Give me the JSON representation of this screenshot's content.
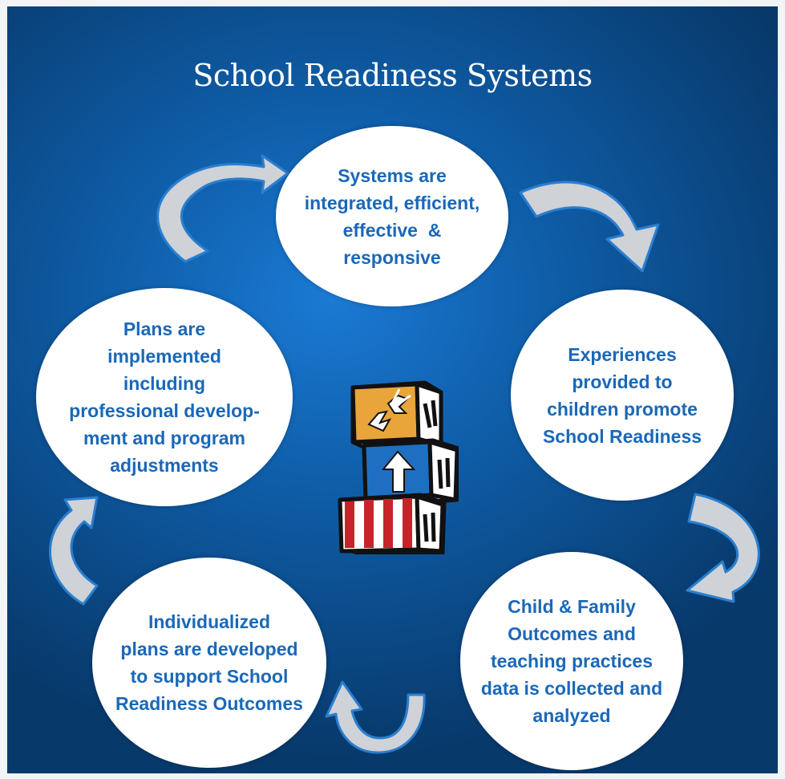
{
  "title": "School Readiness Systems",
  "cycle": [
    {
      "id": "top",
      "lines": [
        "Systems are",
        "integrated, efficient,",
        "effective  &",
        "responsive"
      ]
    },
    {
      "id": "right",
      "lines": [
        "Experiences",
        "provided to",
        "children promote",
        "School Readiness"
      ]
    },
    {
      "id": "br",
      "lines": [
        "Child & Family",
        "Outcomes and",
        "teaching practices",
        "data is collected and",
        "analyzed"
      ]
    },
    {
      "id": "bl",
      "lines": [
        "Individualized",
        "plans are developed",
        "to support School",
        "Readiness Outcomes"
      ]
    },
    {
      "id": "left",
      "lines": [
        "Plans are",
        "implemented",
        "including",
        "professional develop-",
        "ment and program",
        "adjustments"
      ]
    }
  ],
  "colors": {
    "background": "#0f5ea9",
    "node_fill": "#ffffff",
    "node_text": "#1a68b8",
    "arrow_fill": "#cfd2d6",
    "arrow_outline": "#2a7fd0"
  },
  "center_icon": "stacked-alphabet-blocks-icon"
}
